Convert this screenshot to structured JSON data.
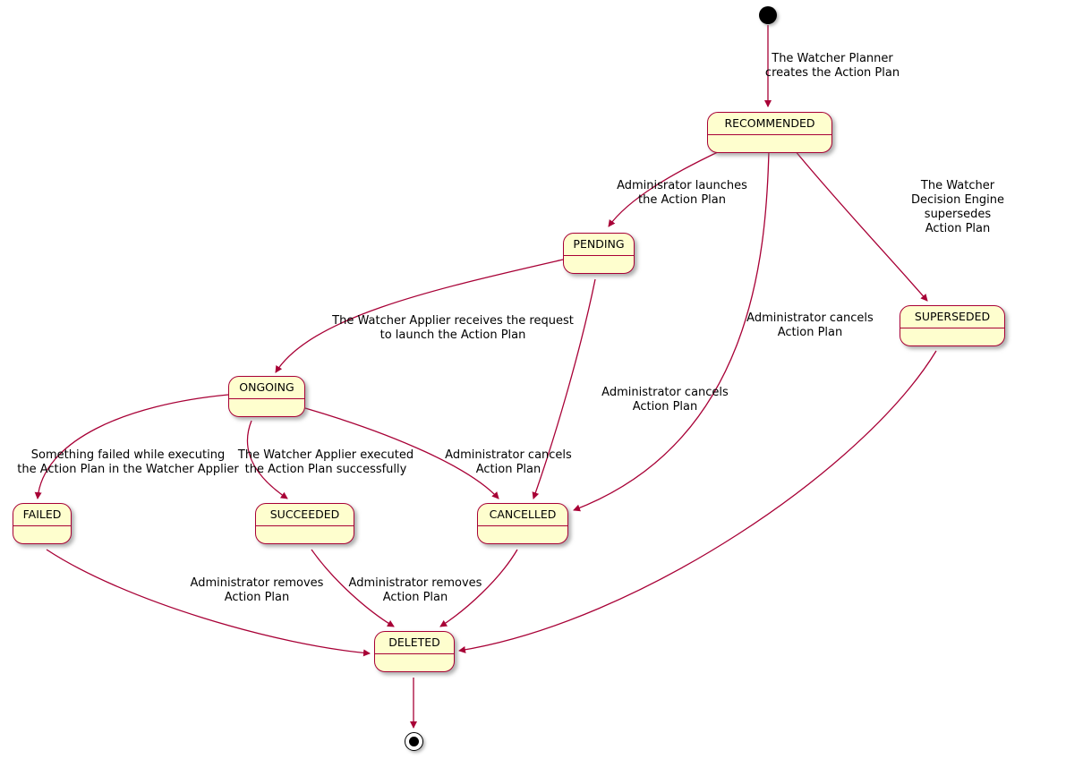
{
  "diagram": {
    "type": "state-machine",
    "colors": {
      "state_fill": "#FEFECE",
      "state_border": "#A80036",
      "edge": "#A80036",
      "text": "#000000",
      "background": "#FFFFFF"
    },
    "states": {
      "recommended": {
        "label": "RECOMMENDED"
      },
      "pending": {
        "label": "PENDING"
      },
      "superseded": {
        "label": "SUPERSEDED"
      },
      "ongoing": {
        "label": "ONGOING"
      },
      "failed": {
        "label": "FAILED"
      },
      "succeeded": {
        "label": "SUCCEEDED"
      },
      "cancelled": {
        "label": "CANCELLED"
      },
      "deleted": {
        "label": "DELETED"
      }
    },
    "edges": {
      "start_to_recommended": {
        "label": "The Watcher Planner\ncreates the Action Plan"
      },
      "recommended_to_pending": {
        "label": "Adminisrator launches\nthe Action Plan"
      },
      "recommended_to_superseded": {
        "label": "The Watcher Decision Engine supersedes\nAction Plan"
      },
      "recommended_to_cancelled": {
        "label": "Administrator cancels\nAction Plan"
      },
      "pending_to_ongoing": {
        "label": "The Watcher Applier receives the request\nto launch the Action Plan"
      },
      "pending_to_cancelled": {
        "label": "Administrator cancels\nAction Plan"
      },
      "ongoing_to_failed": {
        "label": "Something failed while executing\nthe Action Plan in the Watcher Applier"
      },
      "ongoing_to_succeeded": {
        "label": "The Watcher Applier executed\nthe Action Plan successfully"
      },
      "ongoing_to_cancelled": {
        "label": "Administrator cancels\nAction Plan"
      },
      "failed_to_deleted": {
        "label": "Administrator removes\nAction Plan"
      },
      "succeeded_to_deleted": {
        "label": "Administrator removes\nAction Plan"
      }
    }
  }
}
